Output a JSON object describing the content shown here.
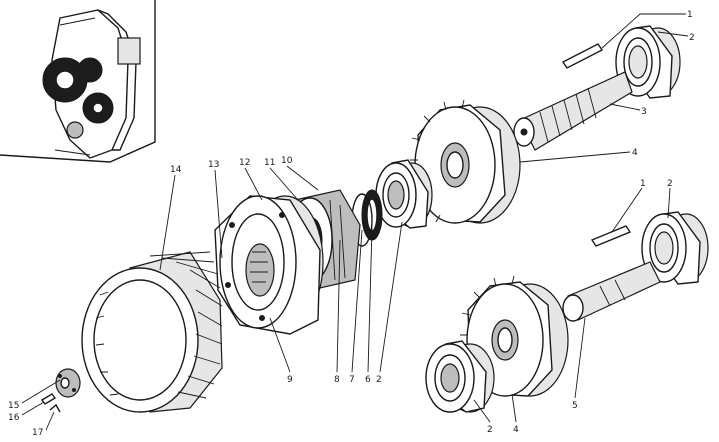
{
  "callouts": {
    "c1a": "1",
    "c2a": "2",
    "c3": "3",
    "c4a": "4",
    "c1b": "1",
    "c2b": "2",
    "c14": "14",
    "c13": "13",
    "c12": "12",
    "c11": "11",
    "c10": "10",
    "c9": "9",
    "c8": "8",
    "c7": "7",
    "c6": "6",
    "c2c": "2",
    "c2d": "2",
    "c4b": "4",
    "c5": "5",
    "c15": "15",
    "c16": "16",
    "c17": "17"
  },
  "colors": {
    "ink": "#1a1a1a",
    "paper": "#ffffff",
    "shade": "#bdbdbd"
  }
}
